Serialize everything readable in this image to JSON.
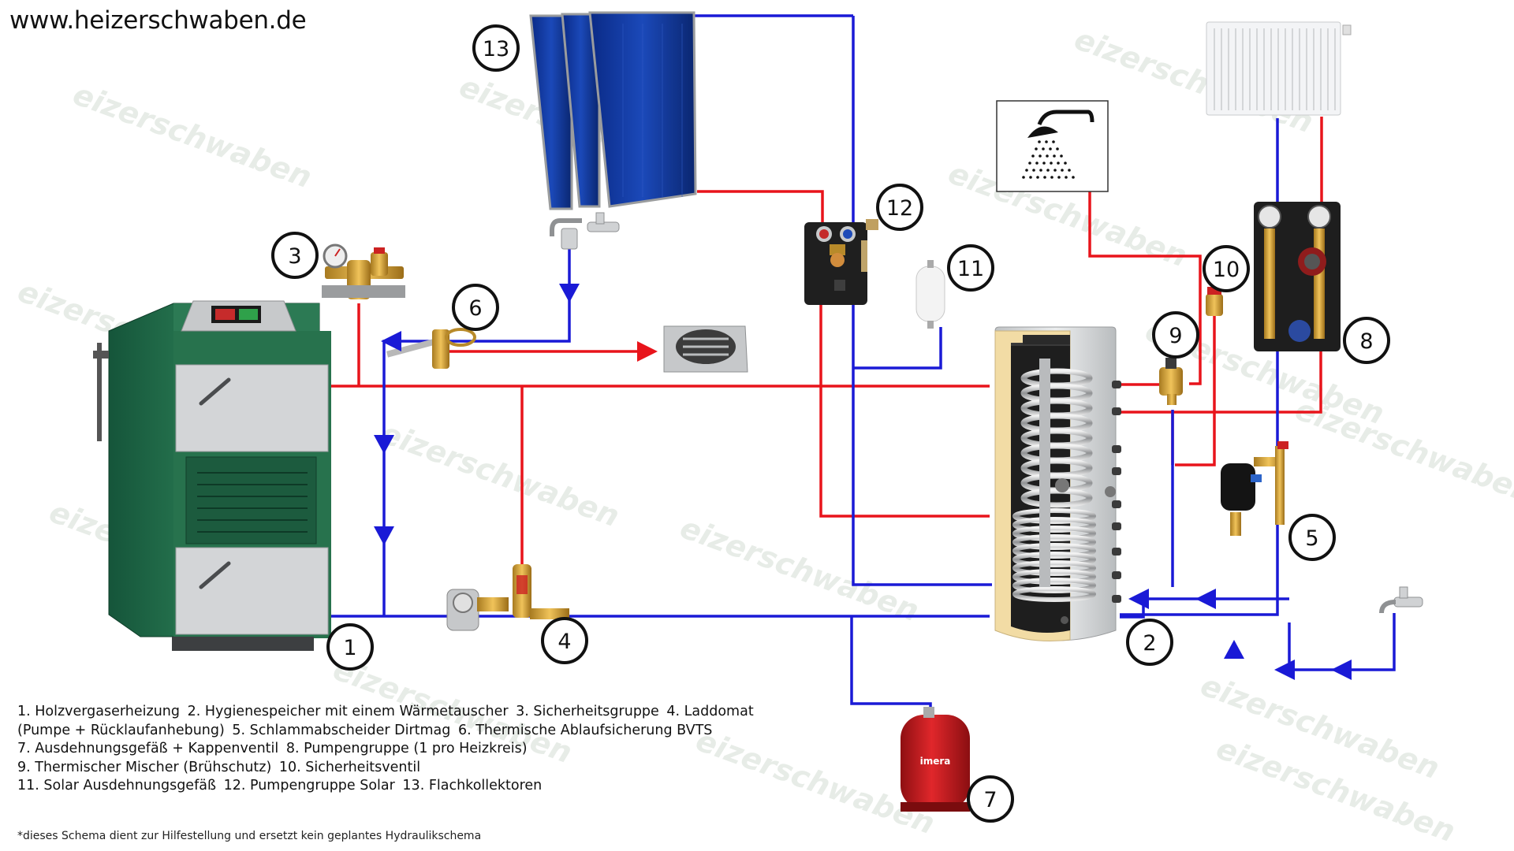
{
  "site_url": "www.heizerschwaben.de",
  "watermark_text": "eizerschwaben",
  "badges": [
    "1",
    "2",
    "3",
    "4",
    "5",
    "6",
    "7",
    "8",
    "9",
    "10",
    "11",
    "12",
    "13"
  ],
  "legend": {
    "items": [
      "1. Holzvergaserheizung",
      "2. Hygienespeicher mit einem Wärmetauscher",
      "3. Sicherheitsgruppe",
      "4. Laddomat",
      "(Pumpe + Rücklaufanhebung)",
      "5. Schlammabscheider Dirtmag",
      "6. Thermische Ablaufsicherung BVTS",
      "7. Ausdehnungsgefäß + Kappenventil",
      "8. Pumpengruppe (1 pro Heizkreis)",
      "9. Thermischer Mischer (Brühschutz)",
      "10. Sicherheitsventil",
      "11. Solar Ausdehnungsgefäß",
      "12. Pumpengruppe Solar",
      "13. Flachkollektoren"
    ]
  },
  "vessel_brand": "imera",
  "disclaimer": "*dieses Schema dient zur Hilfestellung und ersetzt kein geplantes Hydraulikschema",
  "colors": {
    "supply": "#e8141b",
    "return": "#1a1ad6",
    "boiler_green": "#1f6a45",
    "boiler_door": "#d0d2d4",
    "solar_blue": "#0c2f8f",
    "vessel_red": "#c8181c",
    "tank_insulation": "#f2dca5",
    "tank_shell": "#d9dbdc",
    "watermark": "#e7ece7"
  }
}
